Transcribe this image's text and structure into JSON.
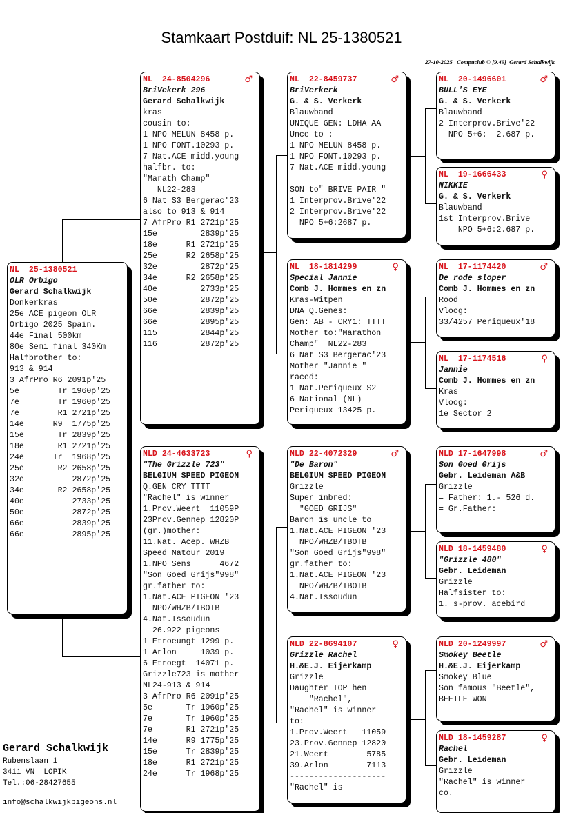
{
  "title": "Stamkaart Postduif: NL  25-1380521",
  "colors": {
    "ring": "#d8141c",
    "shadow": "#000000"
  },
  "pigeons": [
    {
      "ring": "NL  25-1380521",
      "sex": "",
      "name": "OLR Orbigo",
      "owner": "Gerard Schalkwijk",
      "lines": [
        "Donkerkras",
        "25e ACE pigeon OLR",
        "Orbigo 2025 Spain.",
        "44e Final 500km",
        "80e Semi final 340Km",
        "Halfbrother to:",
        "913 & 914",
        "3 AfrPro R6 2091p'25",
        "5e        Tr 1960p'25",
        "7e        Tr 1960p'25",
        "7e        R1 2721p'25",
        "14e      R9  1775p'25",
        "15e       Tr 2839p'25",
        "18e       R1 2721p'25",
        "24e      Tr  1968p'25",
        "25e       R2 2658p'25",
        "32e          2872p'25",
        "34e       R2 2658p'25",
        "40e          2733p'25",
        "50e          2872p'25",
        "66e          2839p'25",
        "66e          2895p'25"
      ]
    },
    {
      "ring": "NL  24-8504296",
      "sex": "♂",
      "name": "BriVekerk 296",
      "owner": "Gerard Schalkwijk",
      "lines": [
        "kras",
        "cousin to:",
        "1 NPO MELUN 8458 p.",
        "1 NPO FONT.10293 p.",
        "7 Nat.ACE midd.young",
        "halfbr. to:",
        "\"Marath Champ\"",
        "   NL22-283",
        "6 Nat S3 Bergerac'23",
        "also to 913 & 914",
        "7 AfrPro R1 2721p'25",
        "15e         2839p'25",
        "18e      R1 2721p'25",
        "25e      R2 2658p'25",
        "32e         2872p'25",
        "34e      R2 2658p'25",
        "40e         2733p'25",
        "50e         2872p'25",
        "66e         2839p'25",
        "66e         2895p'25",
        "115         2844p'25",
        "116         2872p'25"
      ]
    },
    {
      "ring": "NLD 24-4633723",
      "sex": "♀",
      "name": "\"The Grizzle 723\"",
      "owner": "BELGIUM SPEED PIGEON",
      "lines": [
        "Q.GEN CRY TTTT",
        "\"Rachel\" is winner",
        "1.Prov.Weert  11059P",
        "23Prov.Gennep 12820P",
        "(gr.)mother:",
        "11.Nat. Acep. WHZB",
        "Speed Natour 2019",
        "1.NPO Sens      4672",
        "\"Son Goed Grijs\"998\"",
        "gr.father to:",
        "1.Nat.ACE PIGEON '23",
        "  NPO/WHZB/TBOTB",
        "4.Nat.Issoudun",
        "  26.922 pigeons",
        "1 Etroeungt 1299 p.",
        "1 Arlon     1039 p.",
        "6 Etroegt  14071 p.",
        "Grizzle723 is mother",
        "NL24-913 & 914",
        "3 AfrPro R6 2091p'25",
        "5e       Tr 1960p'25",
        "7e       Tr 1960p'25",
        "7e       R1 2721p'25",
        "14e      R9 1775p'25",
        "15e      Tr 2839p'25",
        "18e      R1 2721p'25",
        "24e      Tr 1968p'25"
      ]
    },
    {
      "ring": "NL  22-8459737",
      "sex": "♂",
      "name": "BriVerkerk",
      "owner": "G. & S. Verkerk",
      "lines": [
        "Blauwband",
        "UNIQUE GEN: LDHA AA",
        "Unce to :",
        "1 NPO MELUN 8458 p.",
        "1 NPO FONT.10293 p.",
        "7 Nat.ACE midd.young",
        "",
        "SON to\" BRIVE PAIR \"",
        "1 Interprov.Brive'22",
        "2 Interprov.Brive'22",
        "  NPO 5+6:2687 p."
      ]
    },
    {
      "ring": "NL  18-1814299",
      "sex": "♀",
      "name": "Special Jannie",
      "owner": "Comb J. Hommes en zn",
      "lines": [
        "Kras-Witpen",
        "DNA Q.Genes:",
        "Gen: AB - CRY1: TTTT",
        "Mother to:\"Marathon",
        "Champ\"  NL22-283",
        "6 Nat S3 Bergerac'23",
        "Mother \"Jannie \"",
        "raced:",
        "1 Nat.Periqueux S2",
        "6 National (NL)",
        "Periqueux 13425 p."
      ]
    },
    {
      "ring": "NLD 22-4072329",
      "sex": "♂",
      "name": "\"De Baron\"",
      "owner": "BELGIUM SPEED PIGEON",
      "lines": [
        "Grizzle",
        "Super inbred:",
        "  \"GOED GRIJS\"",
        "Baron is uncle to",
        "1.Nat.ACE PIGEON '23",
        "  NPO/WHZB/TBOTB",
        "\"Son Goed Grijs\"998\"",
        "gr.father to:",
        "1.Nat.ACE PIGEON '23",
        "  NPO/WHZB/TBOTB",
        "4.Nat.Issoudun"
      ]
    },
    {
      "ring": "NLD 22-8694107",
      "sex": "♀",
      "name": "Grizzle Rachel",
      "owner": "H.&E.J. Eijerkamp",
      "lines": [
        "Grizzle",
        "Daughter TOP hen",
        "    \"Rachel\",",
        "\"Rachel\" is winner",
        "to:",
        "1.Prov.Weert   11059",
        "23.Prov.Gennep 12820",
        "21.Weert        5785",
        "39.Arlon        7113",
        "--------------------",
        "\"Rachel\" is"
      ]
    },
    {
      "ring": "NL  20-1496601",
      "sex": "♂",
      "name": "BULL'S EYE",
      "owner": "G. & S. Verkerk",
      "lines": [
        "Blauwband",
        "2 Interprov.Brive'22",
        "  NPO 5+6:  2.687 p."
      ]
    },
    {
      "ring": "NL  19-1666433",
      "sex": "♀",
      "name": "NIKKIE",
      "owner": "G. & S. Verkerk",
      "lines": [
        "Blauwband",
        "1st Interprov.Brive",
        "    NPO 5+6:2.687 p."
      ]
    },
    {
      "ring": "NL  17-1174420",
      "sex": "♂",
      "name": "De rode sloper",
      "owner": "Comb J. Hommes en zn",
      "lines": [
        "Rood",
        "Vloog:",
        "33/4257 Periqueux'18"
      ]
    },
    {
      "ring": "NL  17-1174516",
      "sex": "♀",
      "name": "Jannie",
      "owner": "Comb J. Hommes en zn",
      "lines": [
        "Kras",
        "Vloog:",
        "1e Sector 2"
      ]
    },
    {
      "ring": "NLD 17-1647998",
      "sex": "♂",
      "name": "Son Goed Grijs",
      "owner": "Gebr. Leideman A&B",
      "lines": [
        "Grizzle",
        "= Father: 1.- 526 d.",
        "= Gr.Father:"
      ]
    },
    {
      "ring": "NLD 18-1459480",
      "sex": "♀",
      "name": "\"Grizzle 480\"",
      "owner": "Gebr. Leideman",
      "lines": [
        "Grizzle",
        "Halfsister to:",
        "1. s-prov. acebird"
      ]
    },
    {
      "ring": "NLD 20-1249997",
      "sex": "♂",
      "name": "Smokey Beetle",
      "owner": "H.&E.J. Eijerkamp",
      "lines": [
        "Smokey Blue",
        "Son famous \"Beetle\",",
        "BEETLE WON"
      ]
    },
    {
      "ring": "NLD 18-1459287",
      "sex": "♀",
      "name": "Rachel",
      "owner": "Gebr. Leideman",
      "lines": [
        "Grizzle",
        "\"Rachel\" is winner",
        "co."
      ]
    }
  ],
  "owner": {
    "name": "Gerard Schalkwijk",
    "street": "Rubenslaan 1",
    "city": "3411 VN  LOPIK",
    "phone": "Tel.:06-28427655",
    "email": "info@schalkwijkpigeons.nl"
  },
  "footer": "27-10-2025   Compuclub © [9.49]  Gerard Schalkwijk"
}
